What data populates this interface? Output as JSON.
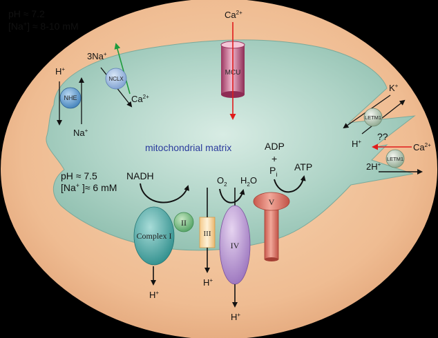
{
  "cytosol": {
    "ph": "pH ≈ 7.2",
    "na_prefix": "[Na",
    "na_suffix": "] ≈ 8-10 mM"
  },
  "matrix": {
    "title": "mitochondrial matrix",
    "ph": "pH ≈ 7.5",
    "na_prefix": "[Na",
    "na_suffix": " ]≈ 6 mM"
  },
  "ions": {
    "h": "H",
    "na": "Na",
    "three_na": "3Na",
    "ca": "Ca",
    "k": "K",
    "two_h": "2H",
    "o2": "O",
    "o2_sub": "2",
    "h2o_h": "H",
    "h2o_sub": "2",
    "h2o_o": "O",
    "plus_sign": "+",
    "two_sup": "2+",
    "adp": "ADP",
    "pi": "P",
    "pi_sub": "i",
    "atp": "ATP",
    "nadh": "NADH",
    "unknown": "??"
  },
  "proteins": {
    "nhe": "NHE",
    "nclx": "NCLX",
    "mcu": "MCU",
    "letm1": "LETM1",
    "complex1": "Complex I",
    "complex2": "II",
    "complex3": "III",
    "complex4": "IV",
    "complex5": "V"
  },
  "colors": {
    "cytosol_fill": "#edb98f",
    "matrix_fill": "#a6d0c3",
    "flux_red": "#e01b1b",
    "flux_green": "#1e9b3c"
  }
}
